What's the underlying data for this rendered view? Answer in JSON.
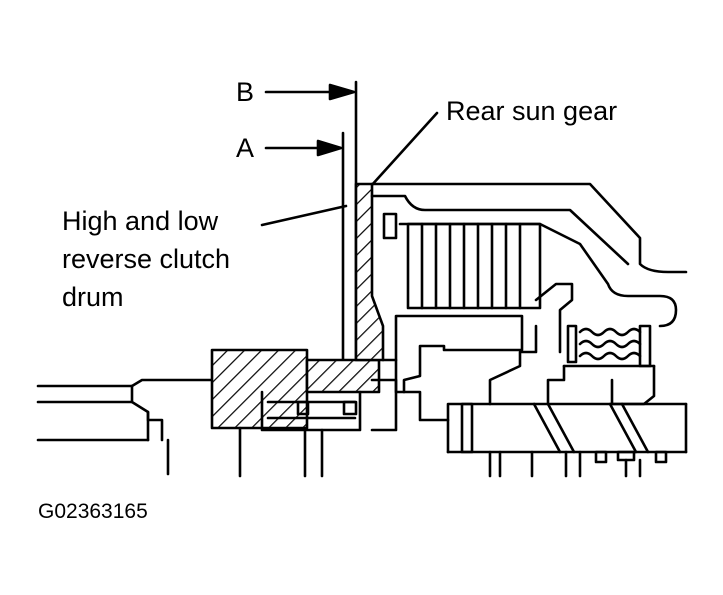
{
  "labels": {
    "b": "B",
    "a": "A",
    "rear_sun_gear": "Rear sun gear",
    "drum_line1": "High and low",
    "drum_line2": "reverse clutch",
    "drum_line3": "drum"
  },
  "figure_code": "G02363165",
  "colors": {
    "ink": "#000000",
    "paper": "#ffffff"
  }
}
